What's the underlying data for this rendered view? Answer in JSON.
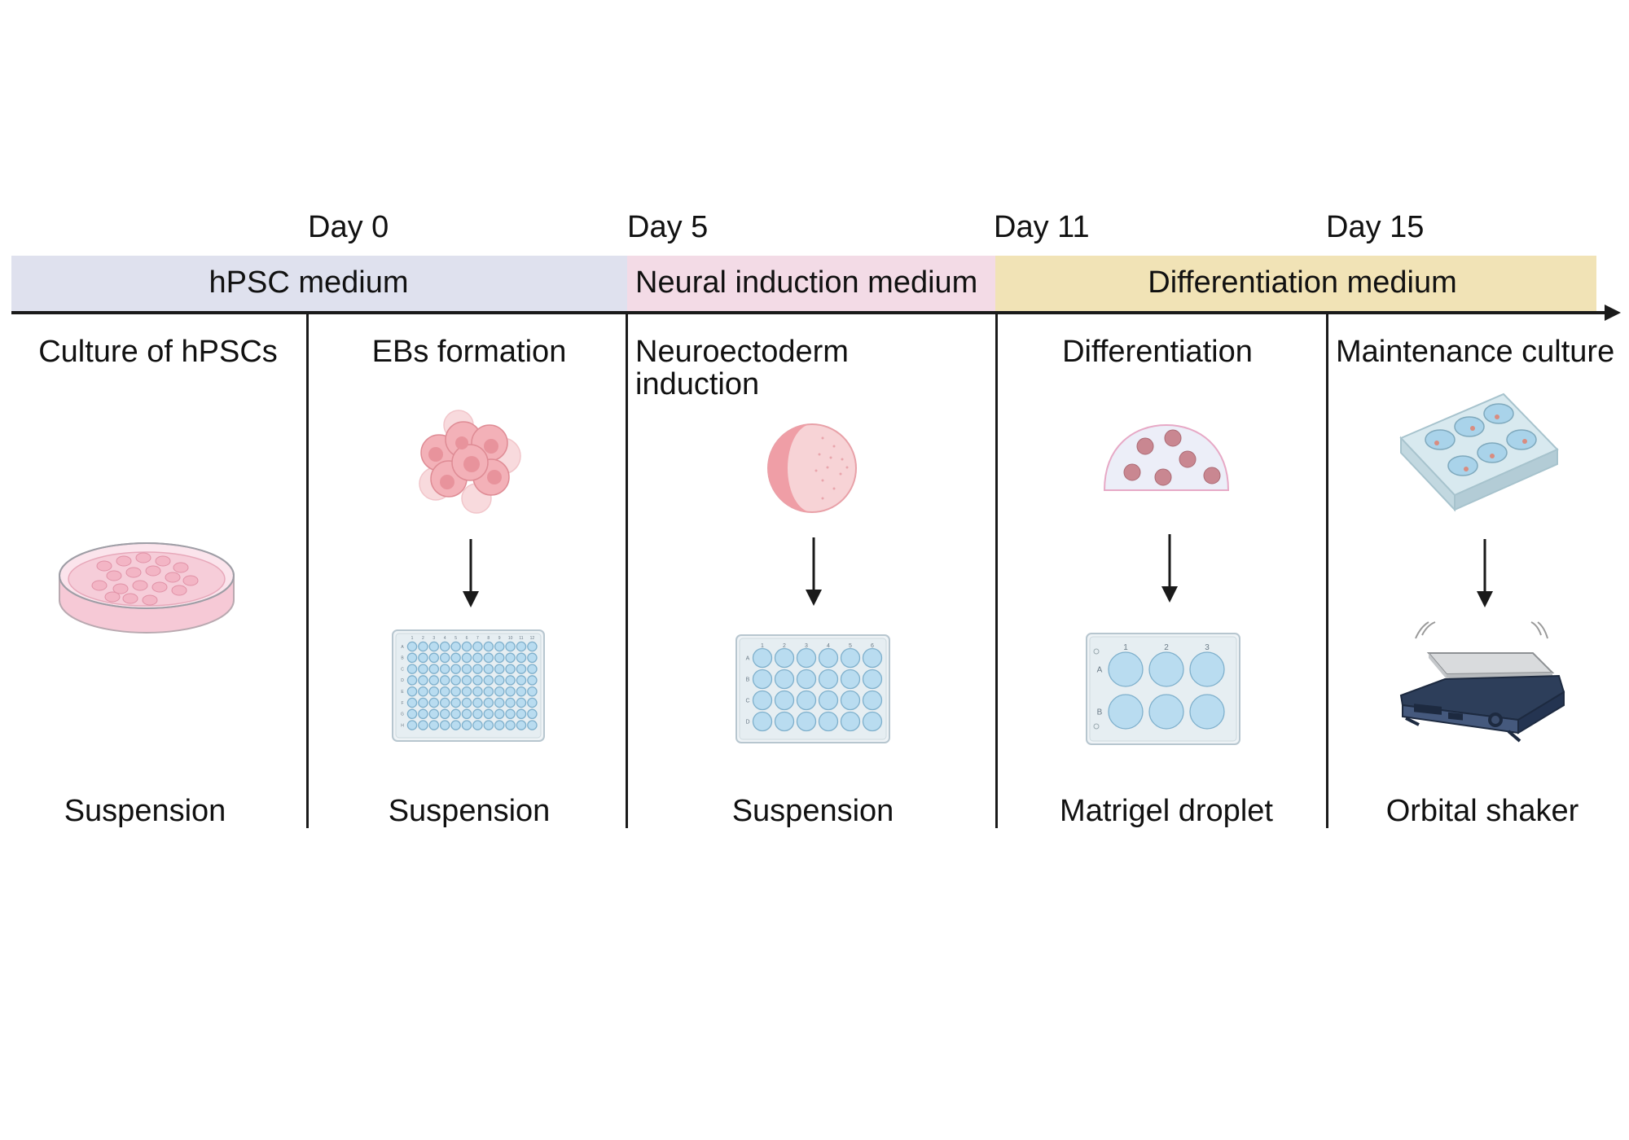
{
  "days": [
    "Day 0",
    "Day 5",
    "Day 11",
    "Day 15"
  ],
  "media": [
    "hPSC medium",
    "Neural induction medium",
    "Differentiation medium"
  ],
  "media_colors": [
    "#dfe1ee",
    "#f3dbe6",
    "#f1e3b6"
  ],
  "stages": [
    {
      "title": "Culture of hPSCs",
      "method": "Suspension",
      "icons": [
        "petri-dish-icon"
      ]
    },
    {
      "title": "EBs formation",
      "method": "Suspension",
      "icons": [
        "cell-cluster-icon",
        "96-well-plate-icon"
      ]
    },
    {
      "title": "Neuroectoderm\ninduction",
      "title_line1": "Neuroectoderm",
      "title_line2": "induction",
      "method": "Suspension",
      "icons": [
        "neuroepithelium-sphere-icon",
        "24-well-plate-icon"
      ]
    },
    {
      "title": "Differentiation",
      "method": "Matrigel droplet",
      "icons": [
        "matrigel-droplet-icon",
        "6-well-plate-icon"
      ]
    },
    {
      "title": "Maintenance culture",
      "method": "Orbital shaker",
      "icons": [
        "6-well-plate-tilted-icon",
        "orbital-shaker-icon"
      ]
    }
  ],
  "plate_labels": {
    "p96_cols": [
      "1",
      "2",
      "3",
      "4",
      "5",
      "6",
      "7",
      "8",
      "9",
      "10",
      "11",
      "12"
    ],
    "p96_rows": [
      "A",
      "B",
      "C",
      "D",
      "E",
      "F",
      "G",
      "H"
    ],
    "p24_cols": [
      "1",
      "2",
      "3",
      "4",
      "5",
      "6"
    ],
    "p24_rows": [
      "A",
      "B",
      "C",
      "D"
    ],
    "p6_cols": [
      "1",
      "2",
      "3"
    ],
    "p6_rows": [
      "A",
      "B"
    ]
  }
}
